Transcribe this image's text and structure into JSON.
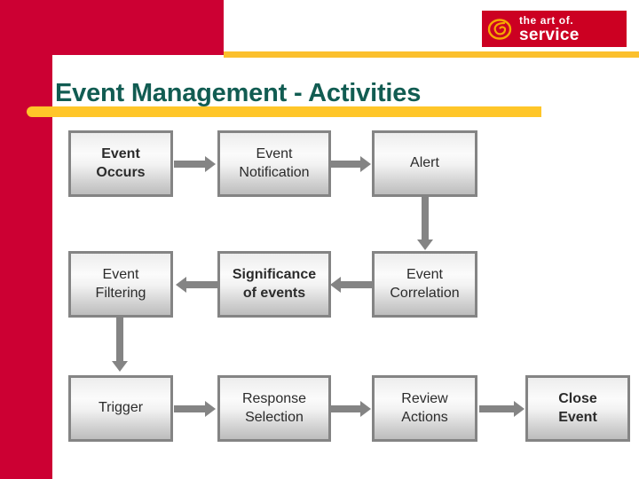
{
  "slide": {
    "title": "Event Management - Activities",
    "accent_red": "#cc0033",
    "accent_yellow": "#ffc629",
    "title_color": "#115c52"
  },
  "logo": {
    "mark": "art-of-service-monogram-icon",
    "line1": "the art of.",
    "line2": "service",
    "background": "#cc0022"
  },
  "diagram": {
    "nodes": [
      {
        "id": "event-occurs",
        "label": "Event\nOccurs",
        "bold": true
      },
      {
        "id": "event-notification",
        "label": "Event\nNotification",
        "bold": false
      },
      {
        "id": "alert",
        "label": "Alert",
        "bold": false
      },
      {
        "id": "event-filtering",
        "label": "Event\nFiltering",
        "bold": false
      },
      {
        "id": "significance",
        "label": "Significance\nof events",
        "bold": true
      },
      {
        "id": "event-correlation",
        "label": "Event\nCorrelation",
        "bold": false
      },
      {
        "id": "trigger",
        "label": "Trigger",
        "bold": false
      },
      {
        "id": "response-selection",
        "label": "Response\nSelection",
        "bold": false
      },
      {
        "id": "review-actions",
        "label": "Review\nActions",
        "bold": false
      },
      {
        "id": "close-event",
        "label": "Close\nEvent",
        "bold": true
      }
    ],
    "connectors": [
      {
        "from": "event-occurs",
        "to": "event-notification",
        "direction": "right"
      },
      {
        "from": "event-notification",
        "to": "alert",
        "direction": "right"
      },
      {
        "from": "alert",
        "to": "event-correlation",
        "direction": "down"
      },
      {
        "from": "event-correlation",
        "to": "significance",
        "direction": "left"
      },
      {
        "from": "significance",
        "to": "event-filtering",
        "direction": "left"
      },
      {
        "from": "event-filtering",
        "to": "trigger",
        "direction": "down"
      },
      {
        "from": "trigger",
        "to": "response-selection",
        "direction": "right"
      },
      {
        "from": "response-selection",
        "to": "review-actions",
        "direction": "right"
      },
      {
        "from": "review-actions",
        "to": "close-event",
        "direction": "right"
      }
    ],
    "node_border_color": "#848484",
    "connector_color": "#848484"
  }
}
